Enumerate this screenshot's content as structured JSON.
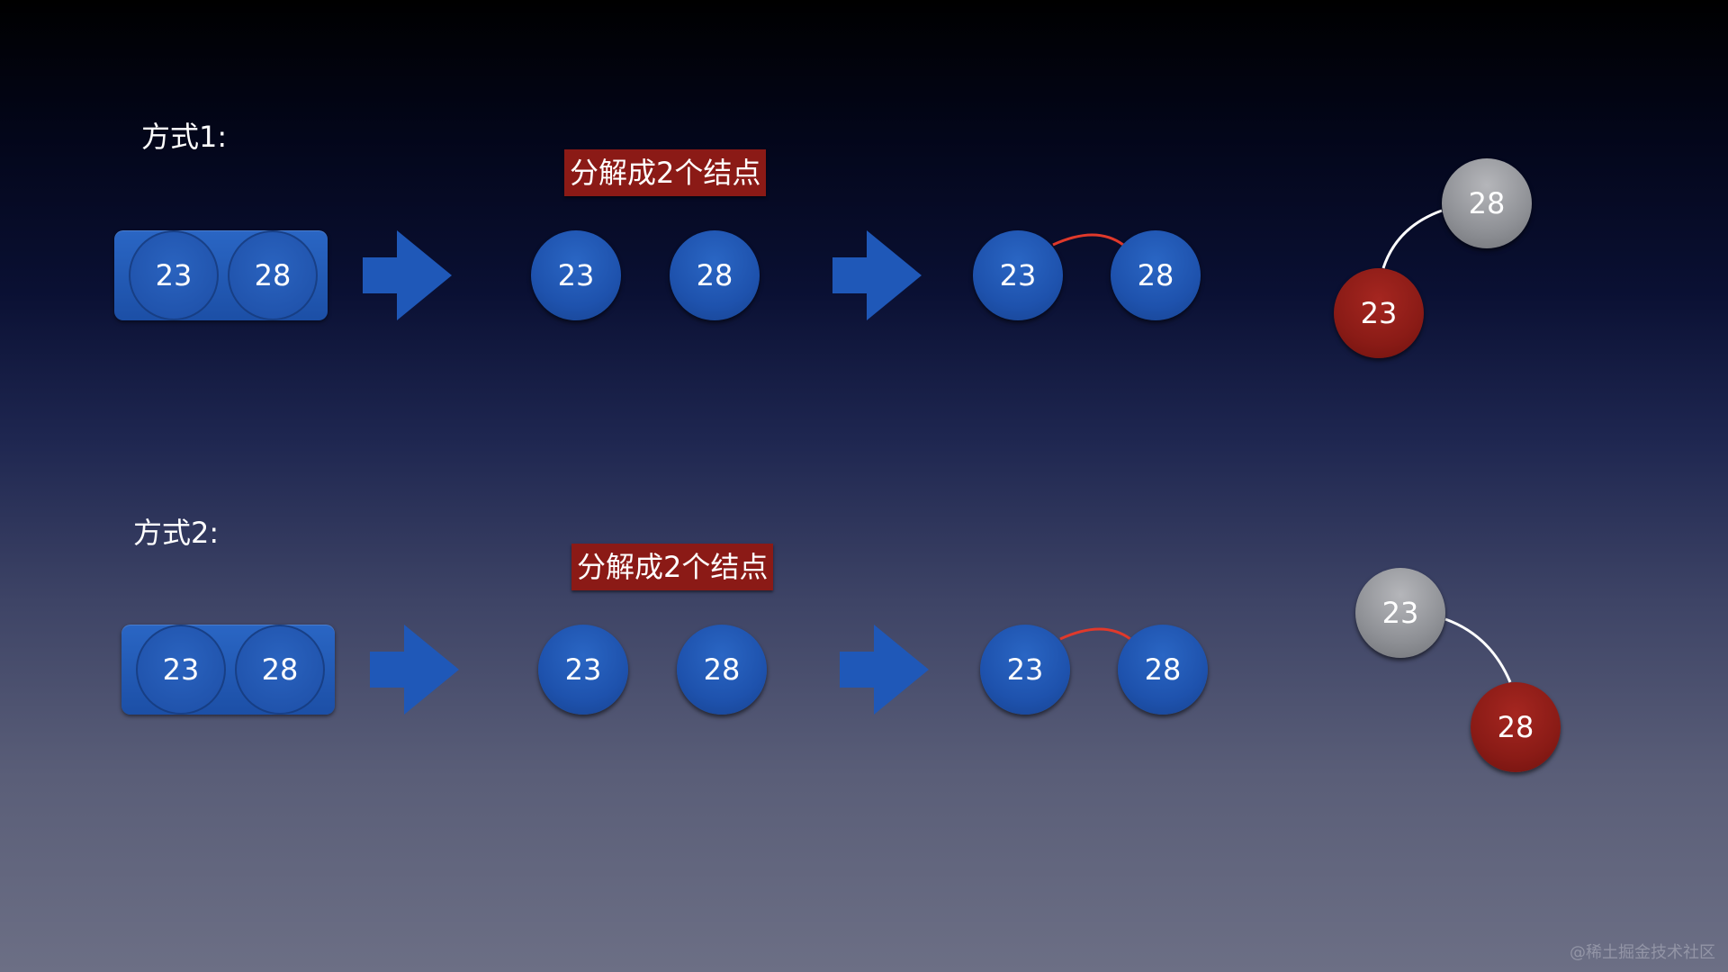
{
  "colors": {
    "node_blue": "#1e52ad",
    "node_red": "#8a1b16",
    "node_gray": "#8e9095",
    "label_bg": "#8b1a16",
    "link_red": "#e0392b",
    "link_white": "#ffffff"
  },
  "icons": [
    "arrow-right-icon"
  ],
  "section1": {
    "title": "方式1:",
    "step_label": "分解成2个结点",
    "combined": [
      "23",
      "28"
    ],
    "split": [
      "23",
      "28"
    ],
    "linked": [
      "23",
      "28"
    ],
    "tree": {
      "parent": "28",
      "child": "23",
      "parent_color": "gray",
      "child_color": "red"
    }
  },
  "section2": {
    "title": "方式2:",
    "step_label": "分解成2个结点",
    "combined": [
      "23",
      "28"
    ],
    "split": [
      "23",
      "28"
    ],
    "linked": [
      "23",
      "28"
    ],
    "tree": {
      "parent": "23",
      "child": "28",
      "parent_color": "gray",
      "child_color": "red"
    }
  },
  "watermark": "@稀土掘金技术社区"
}
